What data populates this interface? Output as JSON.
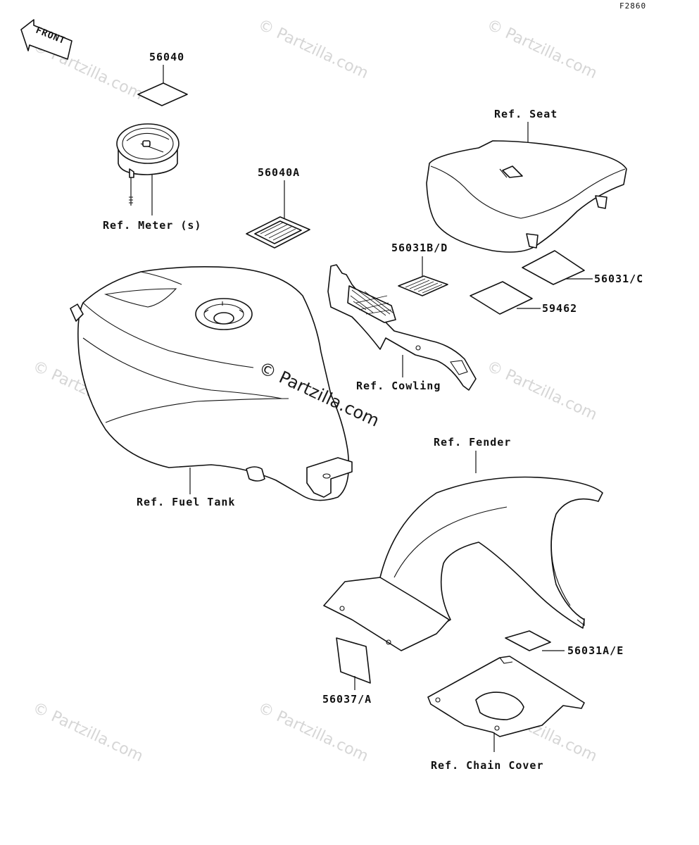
{
  "diagram_code": "F2860",
  "front_arrow_label": "FRONT",
  "watermark_text": "© Partzilla.com",
  "watermark_center_text": "© Partzilla.com",
  "labels": {
    "p56040": "56040",
    "meter": "Ref. Meter (s)",
    "p56040A": "56040A",
    "seat": "Ref. Seat",
    "p56031BD": "56031B/D",
    "p56031C": "56031/C",
    "p59462": "59462",
    "cowling": "Ref. Cowling",
    "fuel_tank": "Ref. Fuel Tank",
    "fender": "Ref. Fender",
    "p56031AE": "56031A/E",
    "p56037A": "56037/A",
    "chain_cover": "Ref. Chain Cover"
  }
}
